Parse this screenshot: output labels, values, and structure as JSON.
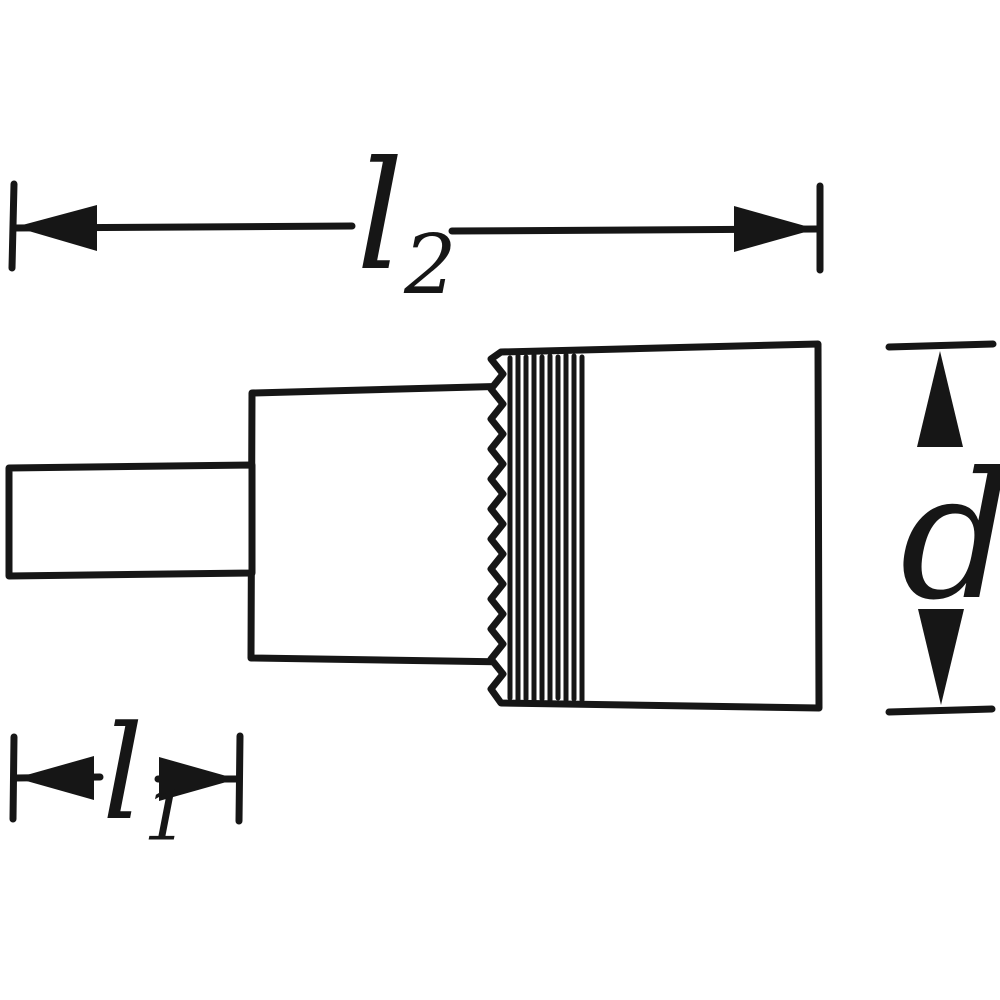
{
  "diagram": {
    "stroke_color": "#161616",
    "background_color": "#ffffff",
    "dimensions": {
      "l2": {
        "symbol": "l",
        "subscript": "2"
      },
      "l1": {
        "symbol": "l",
        "subscript": "1"
      },
      "d": {
        "symbol": "d"
      }
    }
  }
}
